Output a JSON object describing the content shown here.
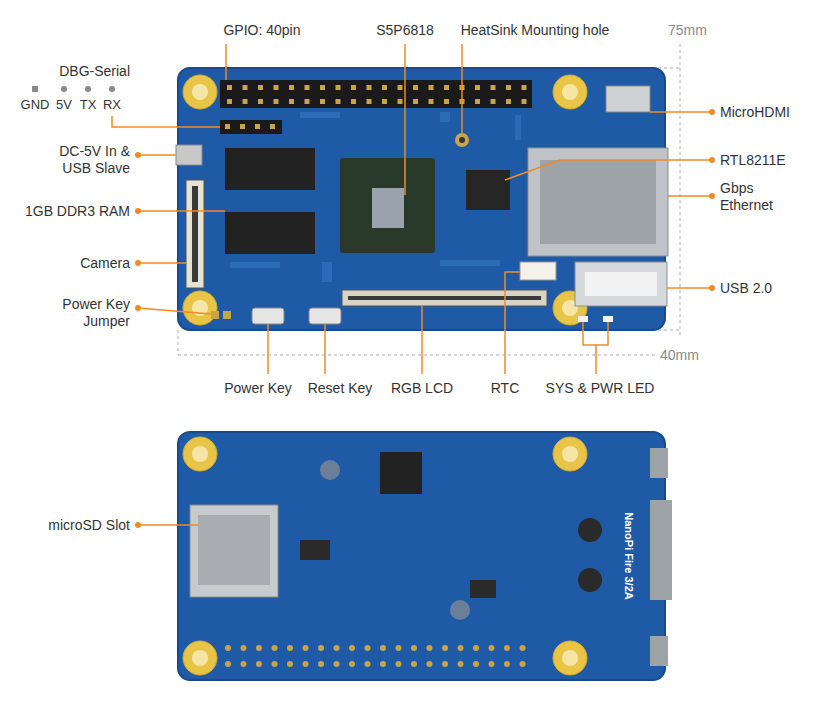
{
  "diagram": {
    "labels": [
      "GPIO: 40pin",
      "S5P6818",
      "HeatSink Mounting hole",
      "75mm",
      "DBG-Serial",
      "GND",
      "5V",
      "TX",
      "RX",
      "MicroHDMI",
      "DC-5V In & USB Slave",
      "RTL8211E",
      "Gbps Ethernet",
      "1GB DDR3 RAM",
      "Camera",
      "USB 2.0",
      "Power Key Jumper",
      "40mm",
      "Power Key",
      "Reset Key",
      "RGB LCD",
      "RTC",
      "SYS & PWR LED",
      "microSD Slot",
      "NanoPi Fire 3/2A"
    ]
  }
}
